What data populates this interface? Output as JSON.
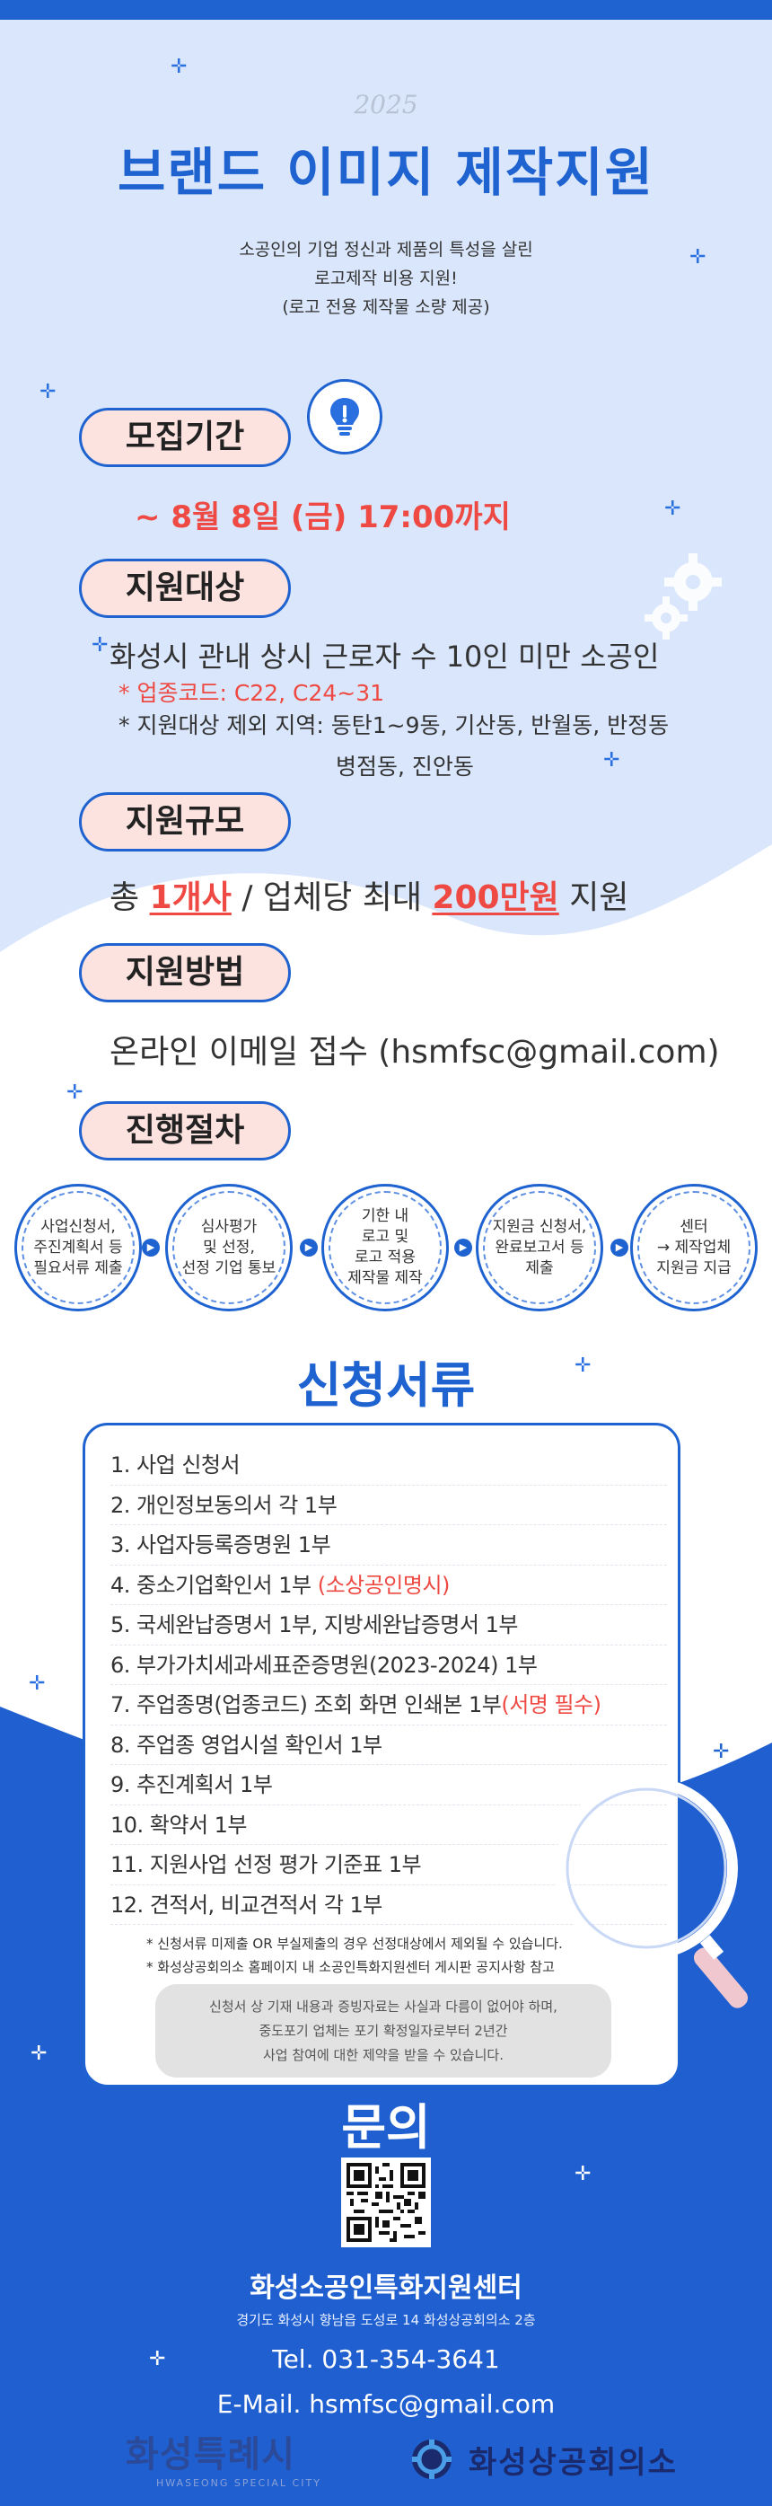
{
  "header": {
    "year": "2025",
    "title": "브랜드 이미지 제작지원",
    "intro": [
      "소공인의 기업 정신과 제품의 특성을 살린",
      "로고제작 비용 지원!",
      "(로고 전용 제작물 소량 제공)"
    ]
  },
  "sections": {
    "period": {
      "label": "모집기간",
      "deadline": "~ 8월 8일 (금) 17:00까지"
    },
    "target": {
      "label": "지원대상",
      "main": "화성시 관내 상시 근로자 수 10인 미만 소공인",
      "industry_code": "* 업종코드: C22, C24~31",
      "excluded_1": "* 지원대상 제외 지역: 동탄1~9동, 기산동, 반월동, 반정동",
      "excluded_2": "병점동, 진안동"
    },
    "scale": {
      "label": "지원규모",
      "prefix": "총 ",
      "count": "1개사",
      "middle": " / 업체당 최대 ",
      "amount": "200만원",
      "suffix": " 지원"
    },
    "method": {
      "label": "지원방법",
      "text": "온라인 이메일 접수 (hsmfsc@gmail.com)"
    },
    "process": {
      "label": "진행절차",
      "steps": [
        [
          "사업신청서,",
          "주진계획서 등",
          "필요서류 제출"
        ],
        [
          "심사평가",
          "및 선정,",
          "선정 기업 통보"
        ],
        [
          "기한 내",
          "로고 및",
          "로고 적용",
          "제작물 제작"
        ],
        [
          "지원금 신청서,",
          "완료보고서 등",
          "제출"
        ],
        [
          "센터",
          "→ 제작업체",
          "지원금 지급"
        ]
      ]
    }
  },
  "documents": {
    "title": "신청서류",
    "items": [
      {
        "text": "1. 사업 신청서",
        "red": ""
      },
      {
        "text": "2. 개인정보동의서 각 1부",
        "red": ""
      },
      {
        "text": "3. 사업자등록증명원 1부",
        "red": ""
      },
      {
        "text": "4. 중소기업확인서 1부 ",
        "red": "(소상공인명시)"
      },
      {
        "text": "5. 국세완납증명서 1부, 지방세완납증명서 1부",
        "red": ""
      },
      {
        "text": "6. 부가가치세과세표준증명원(2023-2024) 1부",
        "red": ""
      },
      {
        "text": "7. 주업종명(업종코드) 조회 화면 인쇄본 1부",
        "red": "(서명 필수)"
      },
      {
        "text": "8. 주업종 영업시설 확인서 1부",
        "red": ""
      },
      {
        "text": "9. 추진계획서 1부",
        "red": ""
      },
      {
        "text": "10. 확약서 1부",
        "red": ""
      },
      {
        "text": "11. 지원사업 선정 평가 기준표 1부",
        "red": ""
      },
      {
        "text": "12. 견적서, 비교견적서 각 1부",
        "red": ""
      }
    ],
    "note_1": "* 신청서류 미제출 OR 부실제출의 경우 선정대상에서 제외될 수 있습니다.",
    "note_2": "* 화성상공회의소 홈페이지 내 소공인특화지원센터 게시판 공지사항 참고",
    "warning": [
      "신청서 상 기재 내용과 증빙자료는 사실과 다름이 없어야 하며,",
      "중도포기 업체는 포기 확정일자로부터 2년간",
      "사업 참여에 대한 제약을 받을 수 있습니다."
    ]
  },
  "inquiry": {
    "title": "문의",
    "center": "화성소공인특화지원센터",
    "address": "경기도 화성시 향남읍 도성로 14 화성상공회의소 2층",
    "tel": "Tel. 031-354-3641",
    "email": "E-Mail. hsmfsc@gmail.com"
  },
  "footer": {
    "logo_left": "화성특례시",
    "logo_left_sub": "HWASEONG SPECIAL CITY",
    "logo_right": "화성상공회의소"
  },
  "colors": {
    "brand_blue": "#1f63d1",
    "accent_red": "#ee4a43",
    "pill_pink": "#fde3e0",
    "background": "#d9e6fb"
  }
}
